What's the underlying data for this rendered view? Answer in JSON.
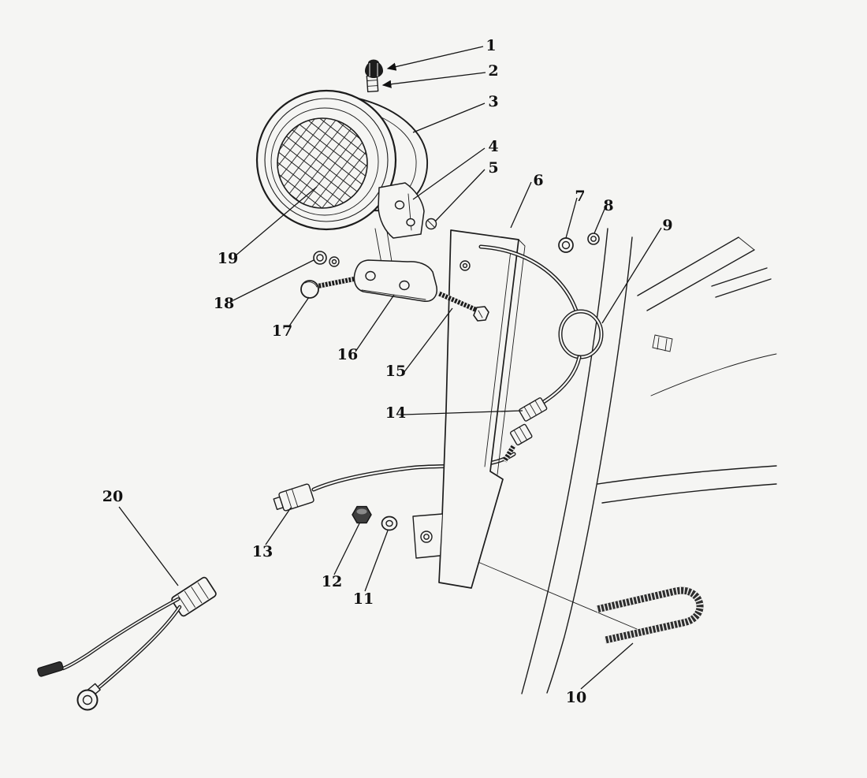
{
  "diagram": {
    "background": "#f5f5f3",
    "ink": "#1c1c1c",
    "callouts": [
      "1",
      "2",
      "3",
      "4",
      "5",
      "6",
      "7",
      "8",
      "9",
      "10",
      "11",
      "12",
      "13",
      "14",
      "15",
      "16",
      "17",
      "18",
      "19",
      "20"
    ]
  }
}
